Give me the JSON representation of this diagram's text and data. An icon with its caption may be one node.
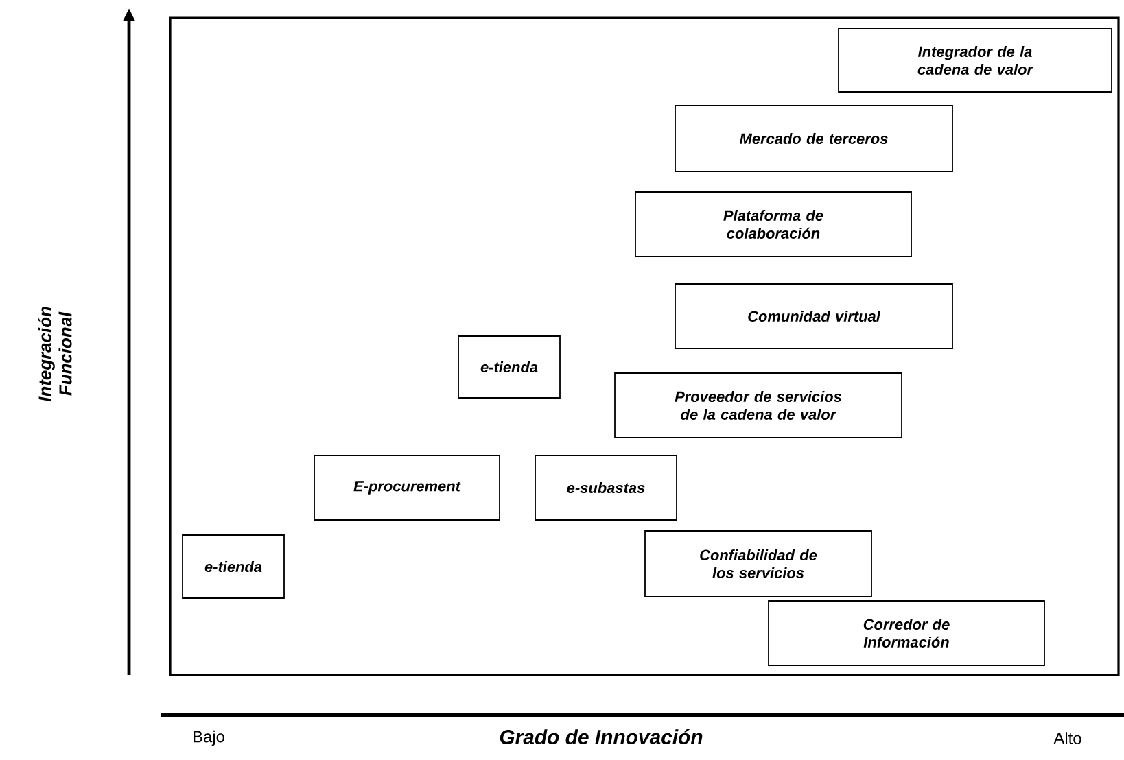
{
  "diagram": {
    "nodes": [
      {
        "text": [
          "Integrador de la cadena de valor"
        ]
      },
      {
        "text": [
          "Mercado de terceros"
        ]
      },
      {
        "text": [
          "Plataforma de colaboración"
        ]
      },
      {
        "text": [
          "Comunidad virtual"
        ]
      },
      {
        "text": [
          "e-tienda"
        ]
      },
      {
        "text": [
          "Proveedor de servicios de la cadena de valor"
        ]
      },
      {
        "text": [
          "E-procurement"
        ]
      },
      {
        "text": [
          "e-subastas"
        ]
      },
      {
        "text": [
          "Confiabilidad de los servicios"
        ]
      },
      {
        "text": [
          "e-tienda"
        ]
      },
      {
        "text": [
          "Corredor de Información"
        ]
      }
    ],
    "labels": [
      "Integración Funcional",
      "Bajo",
      "Grado de Innovación",
      "Alto"
    ]
  }
}
